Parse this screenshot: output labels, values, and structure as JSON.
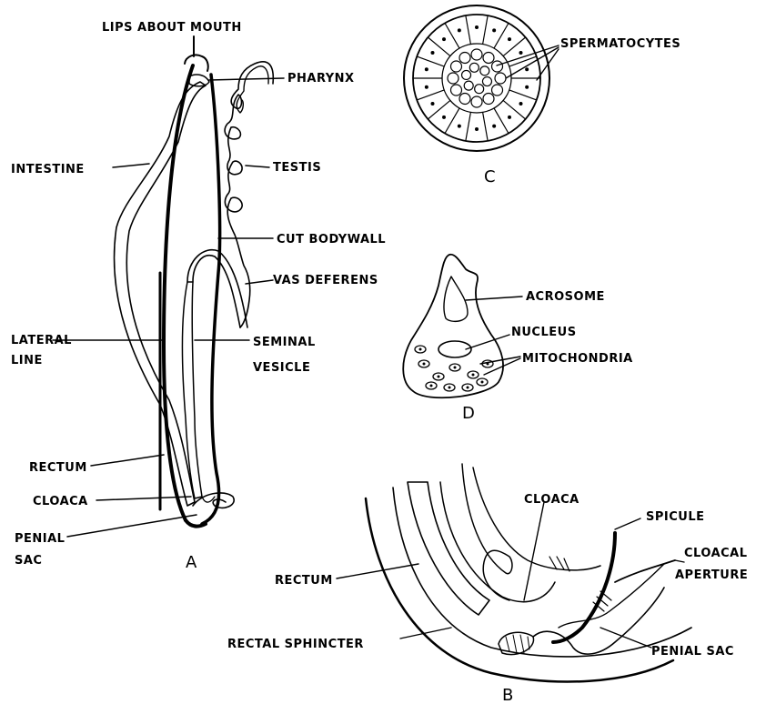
{
  "figure_a": {
    "letter": "A",
    "labels": {
      "lips": "LIPS ABOUT MOUTH",
      "pharynx": "PHARYNX",
      "intestine": "INTESTINE",
      "testis": "TESTIS",
      "cut_bodywall": "CUT BODYWALL",
      "vas_deferens": "VAS DEFERENS",
      "lateral_line_1": "LATERAL",
      "lateral_line_2": "LINE",
      "seminal_vesicle_1": "SEMINAL",
      "seminal_vesicle_2": "VESICLE",
      "rectum": "RECTUM",
      "cloaca": "CLOACA",
      "penial_sac_1": "PENIAL",
      "penial_sac_2": "SAC"
    }
  },
  "figure_b": {
    "letter": "B",
    "labels": {
      "cloaca": "CLOACA",
      "spicule": "SPICULE",
      "cloacal_aperture_1": "CLOACAL",
      "cloacal_aperture_2": "APERTURE",
      "rectum": "RECTUM",
      "rectal_sphincter": "RECTAL SPHINCTER",
      "penial_sac": "PENIAL SAC"
    }
  },
  "figure_c": {
    "letter": "C",
    "labels": {
      "spermatocytes": "SPERMATOCYTES"
    }
  },
  "figure_d": {
    "letter": "D",
    "labels": {
      "acrosome": "ACROSOME",
      "nucleus": "NUCLEUS",
      "mitochondria": "MITOCHONDRIA"
    }
  }
}
